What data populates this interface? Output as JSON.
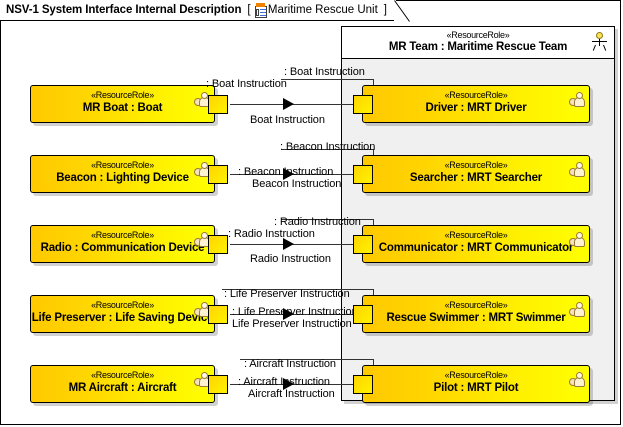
{
  "diagram": {
    "title": "NSV-1 System Interface Internal Description",
    "bracket_open": "[",
    "bracket_close": "]",
    "context": "Maritime Rescue Unit",
    "context_icon": "report-icon",
    "colors": {
      "part_fill_left": "#FFC900",
      "part_fill_right": "#FFFF00",
      "container_fill": "#F0F0F0",
      "container_header_fill": "#FFFFFF",
      "border": "#000000",
      "icon_orange": "#F08000"
    }
  },
  "container": {
    "stereotype": "«ResourceRole»",
    "name": "MR Team : Maritime Rescue Team",
    "actor_icon": "actor-icon"
  },
  "left_parts": [
    {
      "stereotype": "«ResourceRole»",
      "name": "MR Boat : Boat",
      "icon": "role-icon"
    },
    {
      "stereotype": "«ResourceRole»",
      "name": "Beacon : Lighting Device",
      "icon": "role-icon"
    },
    {
      "stereotype": "«ResourceRole»",
      "name": "Radio : Communication Device",
      "icon": "role-icon"
    },
    {
      "stereotype": "«ResourceRole»",
      "name": "Life Preserver : Life Saving Device",
      "icon": "role-icon"
    },
    {
      "stereotype": "«ResourceRole»",
      "name": "MR Aircraft : Aircraft",
      "icon": "role-icon"
    }
  ],
  "right_parts": [
    {
      "stereotype": "«ResourceRole»",
      "name": "Driver : MRT Driver",
      "icon": "role-icon"
    },
    {
      "stereotype": "«ResourceRole»",
      "name": "Searcher : MRT Searcher",
      "icon": "role-icon"
    },
    {
      "stereotype": "«ResourceRole»",
      "name": "Communicator : MRT Communicator",
      "icon": "role-icon"
    },
    {
      "stereotype": "«ResourceRole»",
      "name": "Rescue Swimmer : MRT Swimmer",
      "icon": "role-icon"
    },
    {
      "stereotype": "«ResourceRole»",
      "name": "Pilot : MRT Pilot",
      "icon": "role-icon"
    }
  ],
  "connectors": [
    {
      "top": ": Boat Instruction",
      "source": ": Boat Instruction",
      "bottom": "Boat Instruction"
    },
    {
      "top": ": Beacon Instruction",
      "source": ": Beacon Instruction",
      "bottom": "Beacon Instruction"
    },
    {
      "top": ": Radio Instruction",
      "source": ": Radio Instruction",
      "bottom": "Radio Instruction"
    },
    {
      "top": ": Life Preserver Instruction",
      "source": ": Life Preserver Instruction",
      "bottom": "Life Preserver Instruction"
    },
    {
      "top": ": Aircraft Instruction",
      "source": ": Aircraft Instruction",
      "bottom": "Aircraft Instruction"
    }
  ]
}
